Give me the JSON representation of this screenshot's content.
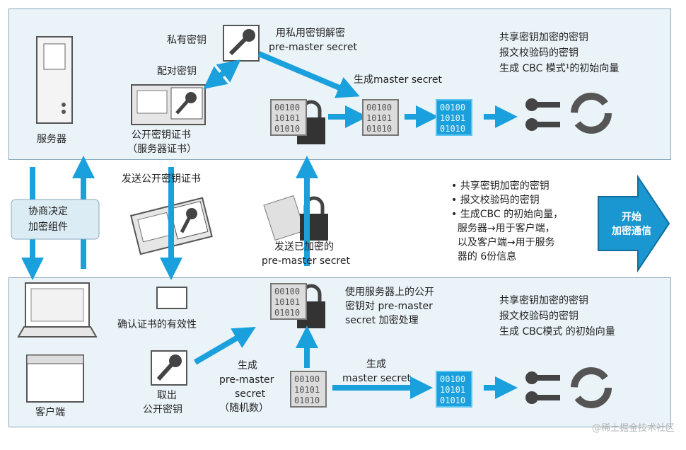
{
  "server": {
    "name": "服务器",
    "private_key_label": "私有密钥",
    "pair_key_label": "配对密钥",
    "decrypt_label": "用私用密钥解密",
    "decrypt_sub": "pre-master secret",
    "gen_master": "生成master secret",
    "cert_label_1": "公开密钥证书",
    "cert_label_2": "（服务器证书）",
    "info": [
      "共享密钥加密的密钥",
      "报文校验码的密钥",
      "生成 CBC 模式¹的初始向量"
    ]
  },
  "middle": {
    "negotiate_1": "协商决定",
    "negotiate_2": "加密组件",
    "send_cert": "发送公开密钥证书",
    "send_encrypted_1": "发送已加密的",
    "send_encrypted_2": "pre-master secret",
    "bullets": [
      "• 共享密钥加密的密钥",
      "• 报文校验码的密钥",
      "• 生成CBC 的初始向量，",
      "  服务器→用于客户端，",
      "  以及客户端→用于服务",
      "  器的 6份信息"
    ],
    "start_1": "开始",
    "start_2": "加密通信"
  },
  "client": {
    "name": "客户端",
    "verify_cert": "确认证书的有效性",
    "take_key_1": "取出",
    "take_key_2": "公开密钥",
    "gen_pm_1": "生成",
    "gen_pm_2": "pre-master",
    "gen_pm_3": "secret",
    "gen_pm_4": "（随机数）",
    "encrypt_1": "使用服务器上的公开",
    "encrypt_2": "密钥对 pre-master",
    "encrypt_3": "secret 加密处理",
    "gen_master_1": "生成",
    "gen_master_2": "master secret",
    "info": [
      "共享密钥加密的密钥",
      "报文校验码的密钥",
      "生成 CBC模式 的初始向量"
    ]
  },
  "bits": [
    "00100",
    "10101",
    "01010"
  ],
  "watermark": "@稀土掘金技术社区",
  "colors": {
    "arrow": "#1aa0dc",
    "panel": "#eaf3f8",
    "bits_blue": "#1aa0dc"
  }
}
